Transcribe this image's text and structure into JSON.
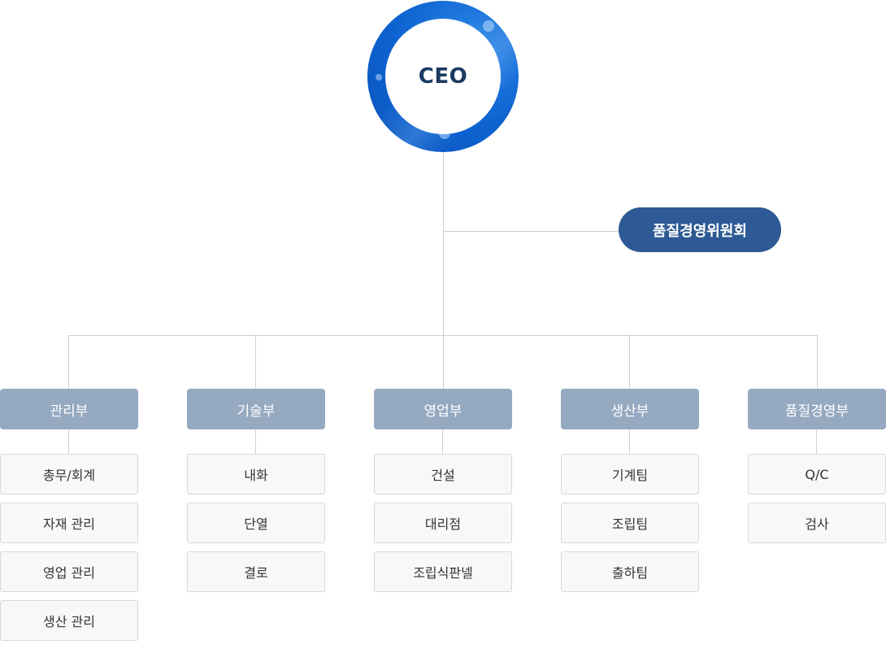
{
  "ceo": {
    "label": "CEO"
  },
  "committee": {
    "label": "품질경영위원회"
  },
  "departments": [
    {
      "name": "관리부",
      "items": [
        "총무/회계",
        "자재 관리",
        "영업 관리",
        "생산 관리"
      ]
    },
    {
      "name": "기술부",
      "items": [
        "내화",
        "단열",
        "결로"
      ]
    },
    {
      "name": "영업부",
      "items": [
        "건설",
        "대리점",
        "조립식판넬"
      ]
    },
    {
      "name": "생산부",
      "items": [
        "기계팀",
        "조립팀",
        "출하팀"
      ]
    },
    {
      "name": "품질경영부",
      "items": [
        "Q/C",
        "검사"
      ]
    }
  ],
  "colors": {
    "ceo_ring": "#0d62d0",
    "ceo_text": "#1b3a62",
    "committee_bg": "#2d5a94",
    "dept_bg": "#95a9c1",
    "item_bg": "#f8f8f8",
    "line": "#cfcfcf"
  }
}
